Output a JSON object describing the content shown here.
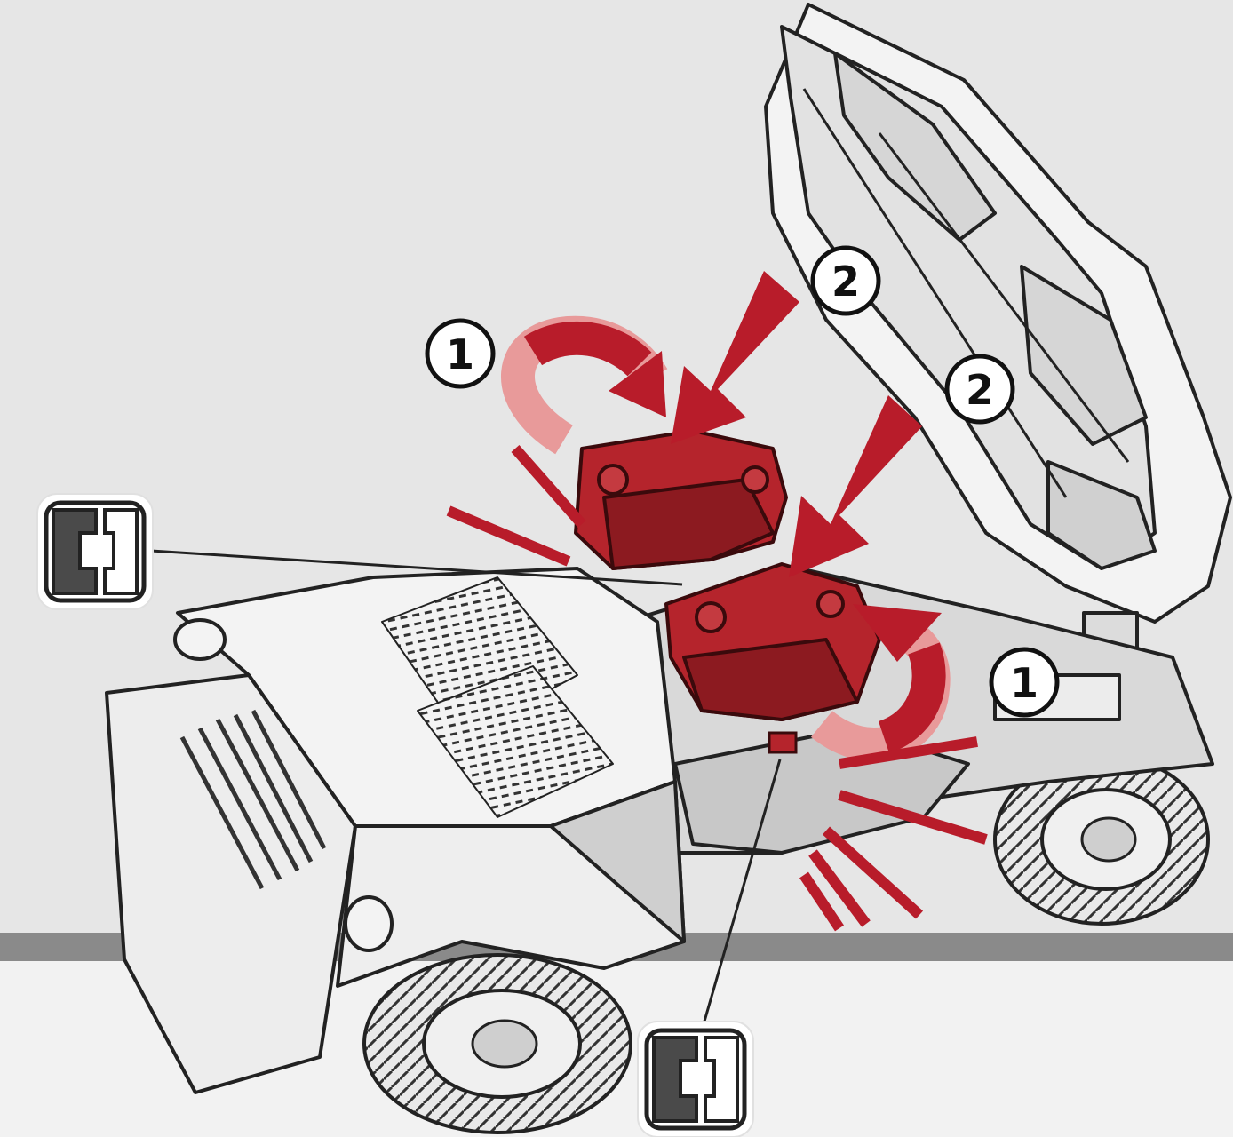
{
  "colors": {
    "background": "#e6e6e6",
    "floor": "#f2f2f2",
    "floor_edge": "#8a8a8a",
    "part_highlight": "#b5242c",
    "part_shade": "#8c1a20",
    "arrow_red": "#b81c2a",
    "arrow_faded": "#e89a9a",
    "vehicle_fill": "#f3f3f3",
    "vehicle_line": "#222222"
  },
  "step_markers": [
    {
      "label": "1",
      "ref": "step-1-left"
    },
    {
      "label": "2",
      "ref": "step-2-top"
    },
    {
      "label": "2",
      "ref": "step-2-middle"
    },
    {
      "label": "1",
      "ref": "step-1-right"
    }
  ],
  "callouts": [
    {
      "part": "C",
      "icon": "part-c-icon",
      "ref": "left"
    },
    {
      "part": "C",
      "icon": "part-c-icon",
      "ref": "bottom"
    }
  ]
}
